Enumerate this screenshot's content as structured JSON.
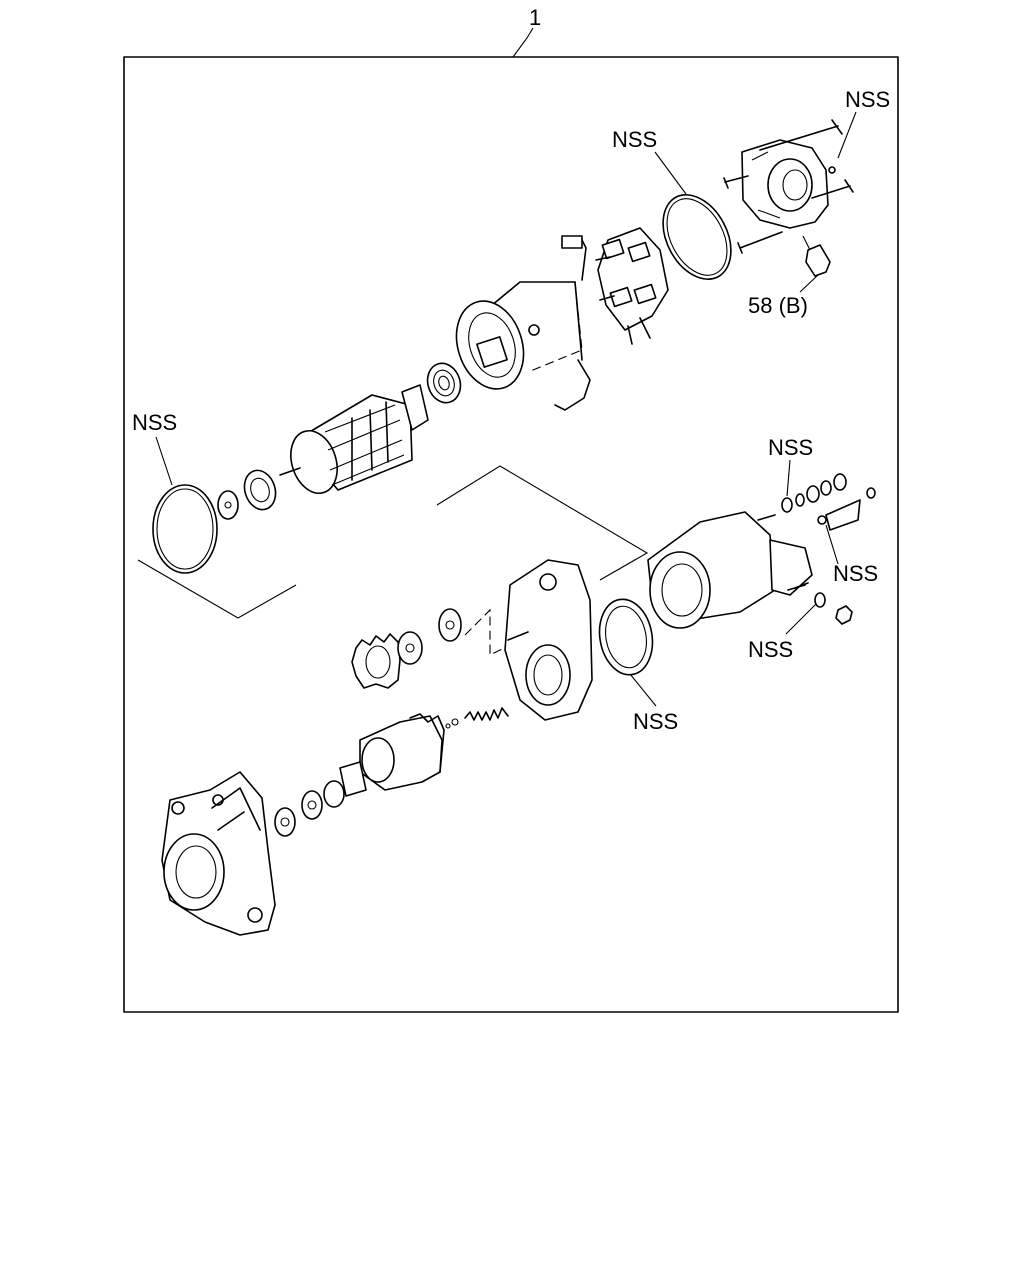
{
  "labels": {
    "assembly": "1",
    "nss_end_frame": "NSS",
    "nss_oring_top": "NSS",
    "nss_oring_left": "NSS",
    "nss_washer_top": "NSS",
    "nss_terminal": "NSS",
    "nss_washer_bottom": "NSS",
    "nss_housing_seal": "NSS",
    "bushing_ref": "58 (B)"
  }
}
